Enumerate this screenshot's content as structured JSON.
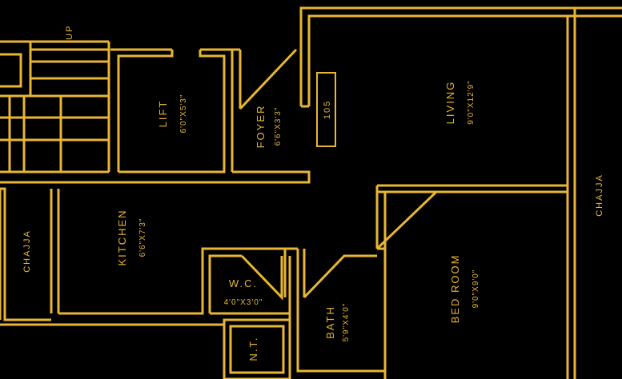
{
  "plan": {
    "colors": {
      "background": "#000000",
      "wall": "#E8B634"
    },
    "rooms": {
      "living": {
        "name": "LIVING",
        "size": "9'0\"X12'9\""
      },
      "bedroom": {
        "name": "BED ROOM",
        "size": "9'0\"X9'0\""
      },
      "kitchen": {
        "name": "KITCHEN",
        "size": "6'6\"X7'3\""
      },
      "lift": {
        "name": "LIFT",
        "size": "6'0\"X5'3\""
      },
      "foyer": {
        "name": "FOYER",
        "size": "6'6\"X3'3\""
      },
      "wc": {
        "name": "W.C.",
        "size": "4'0\"X3'0\""
      },
      "bath": {
        "name": "BATH",
        "size": "5'9\"X4'0\""
      },
      "nt": {
        "name": "N.T."
      },
      "chajja_left": {
        "name": "CHAJJA"
      },
      "chajja_right": {
        "name": "CHAJJA"
      }
    },
    "stair_label": "UP",
    "flat_number": "105"
  }
}
